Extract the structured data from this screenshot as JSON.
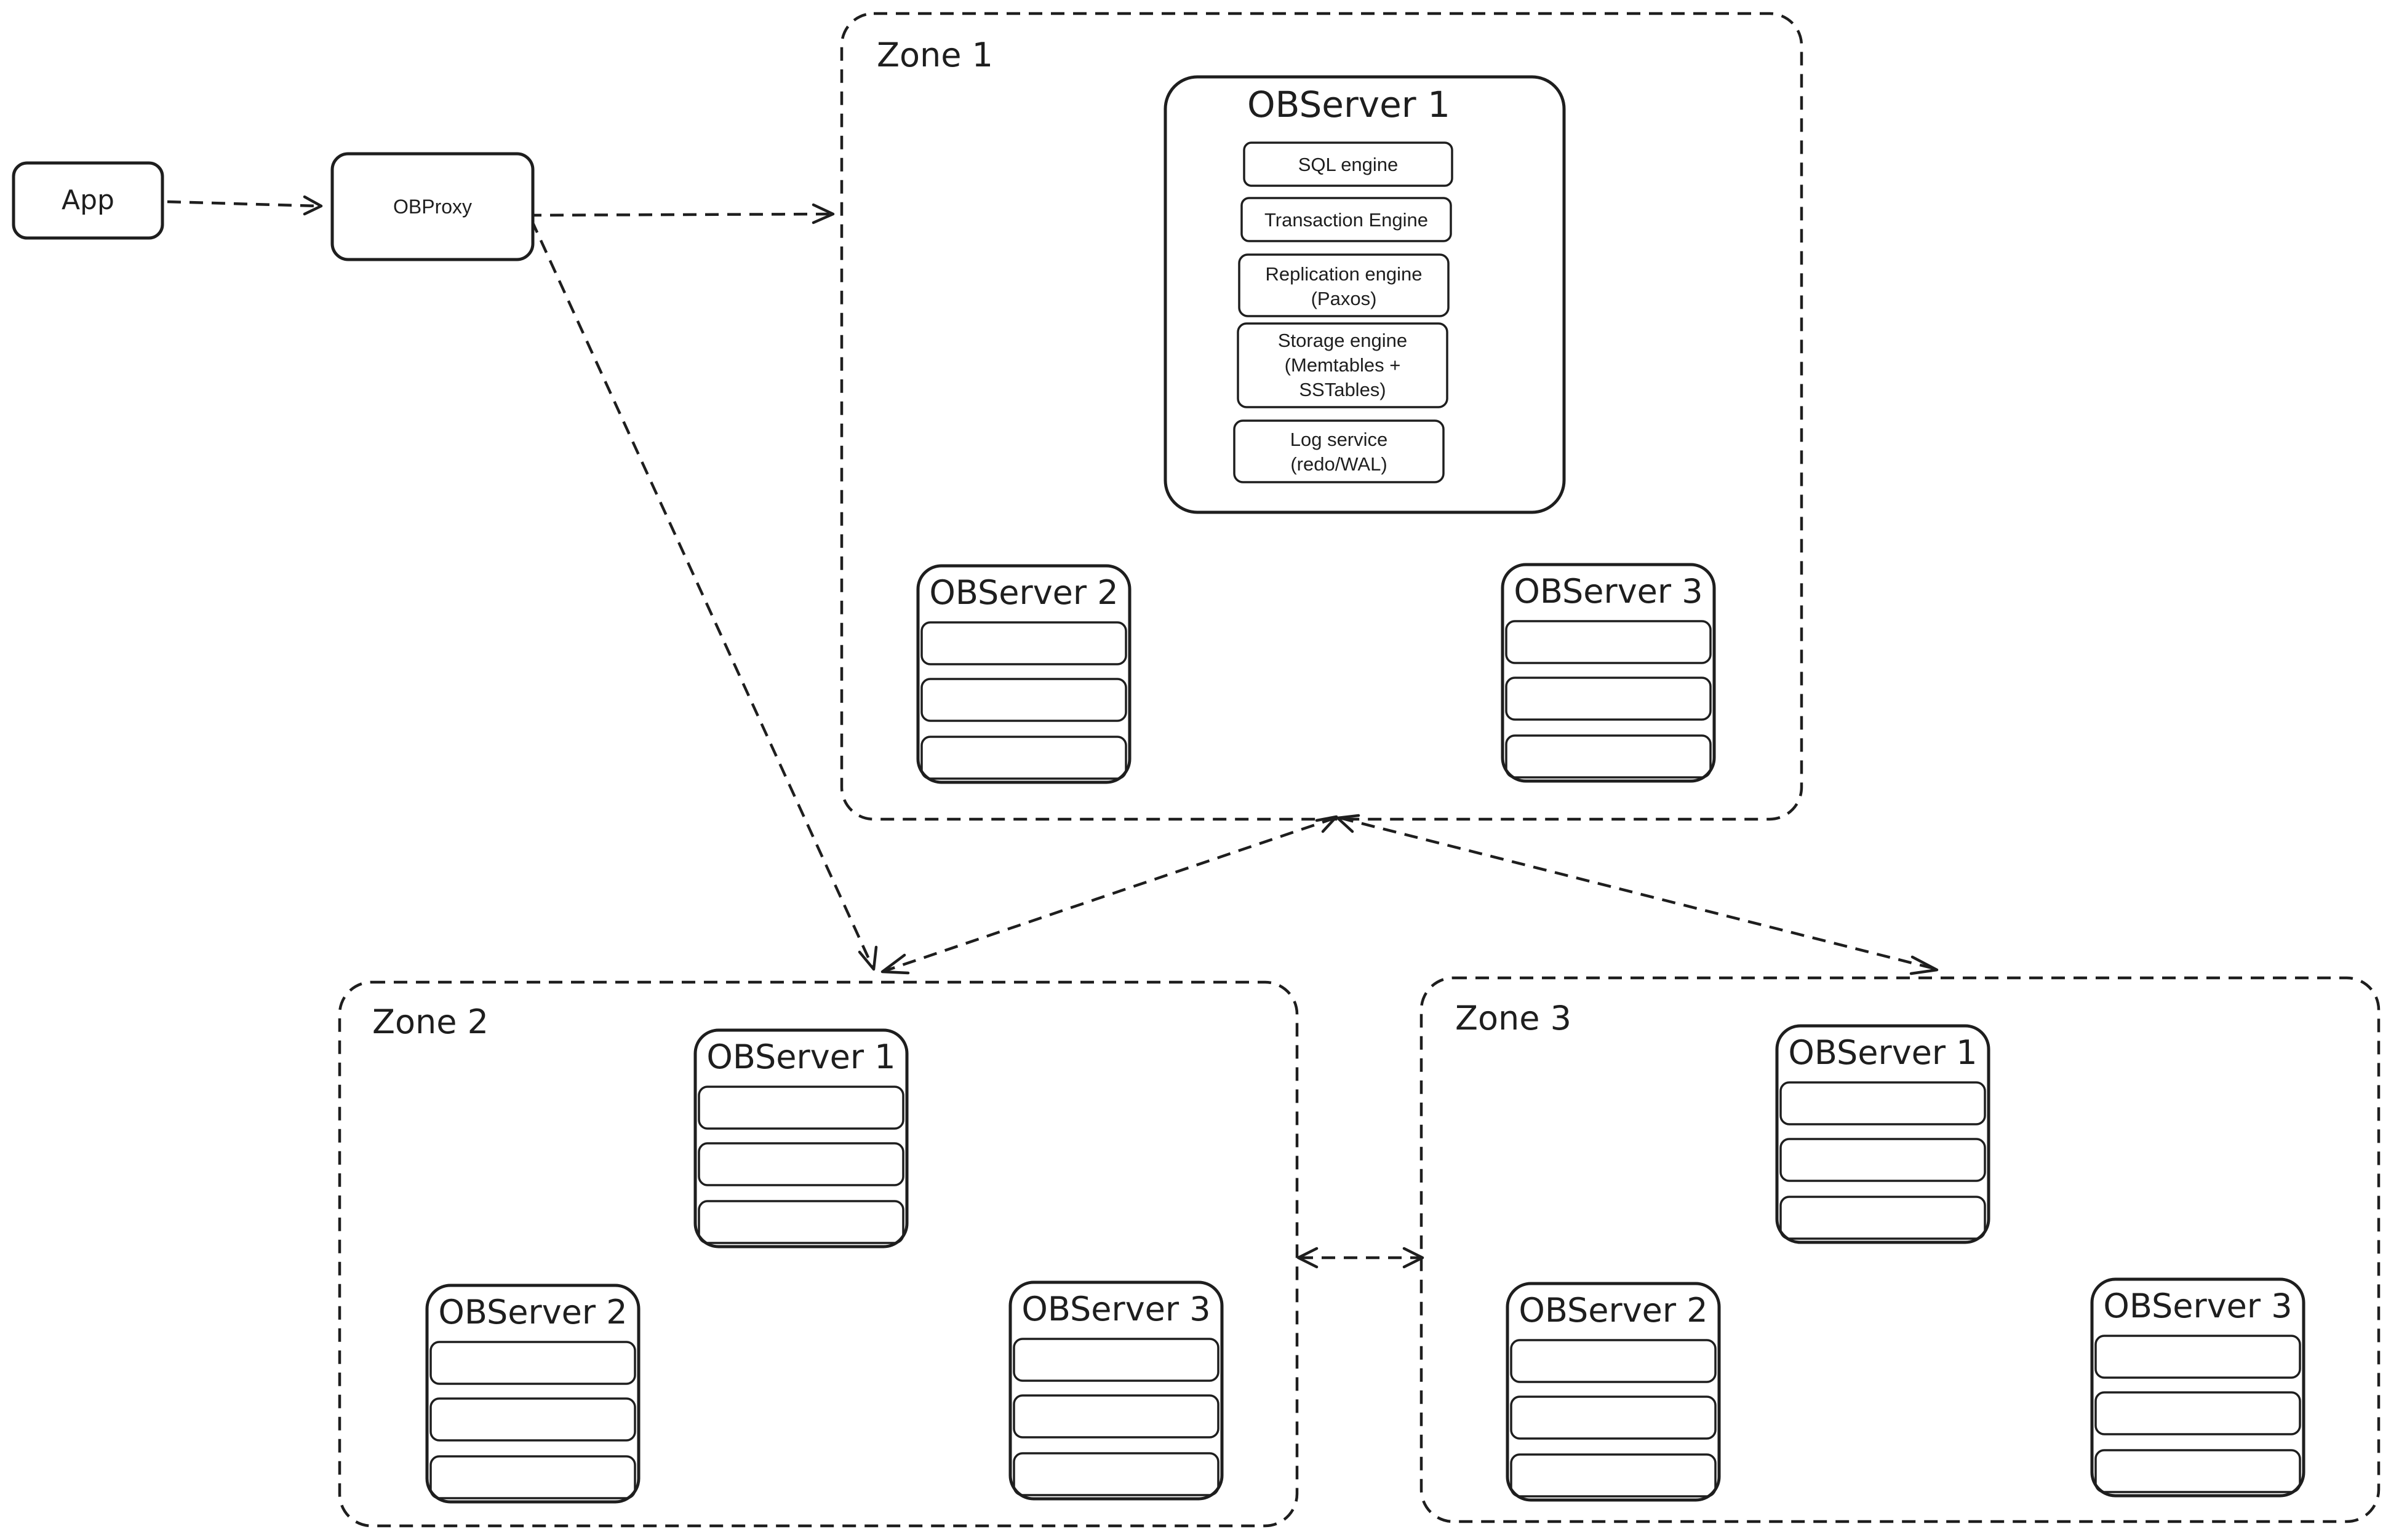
{
  "nodes": {
    "app": "App",
    "proxy": "OBProxy"
  },
  "zones": [
    {
      "label": "Zone 1",
      "servers": [
        "OBServer 1",
        "OBServer 2",
        "OBServer 3"
      ],
      "expanded_modules": [
        [
          "SQL engine"
        ],
        [
          "Transaction Engine"
        ],
        [
          "Replication engine",
          "(Paxos)"
        ],
        [
          "Storage engine",
          "(Memtables +",
          "SSTables)"
        ],
        [
          "Log service",
          "(redo/WAL)"
        ]
      ]
    },
    {
      "label": "Zone 2",
      "servers": [
        "OBServer 1",
        "OBServer 2",
        "OBServer 3"
      ]
    },
    {
      "label": "Zone 3",
      "servers": [
        "OBServer 1",
        "OBServer 2",
        "OBServer 3"
      ]
    }
  ]
}
